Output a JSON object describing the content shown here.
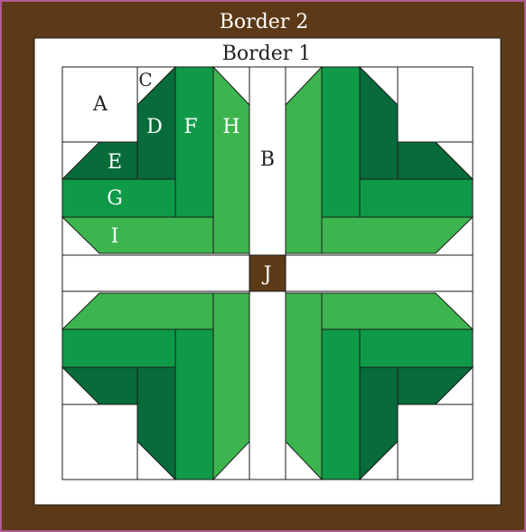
{
  "colors": {
    "outer_border": "#5c3a17",
    "frame_outline": "#b05a96",
    "background": "#ffffff",
    "dark_green": "#076b3a",
    "mid_green": "#0f9a48",
    "light_green": "#3db54f",
    "center_square": "#5c3a17",
    "line": "#1a1a1a"
  },
  "labels": {
    "border2": "Border 2",
    "border1": "Border 1",
    "a": "A",
    "b": "B",
    "c": "C",
    "d": "D",
    "e": "E",
    "f": "F",
    "g": "G",
    "h": "H",
    "i": "I",
    "j": "J"
  }
}
